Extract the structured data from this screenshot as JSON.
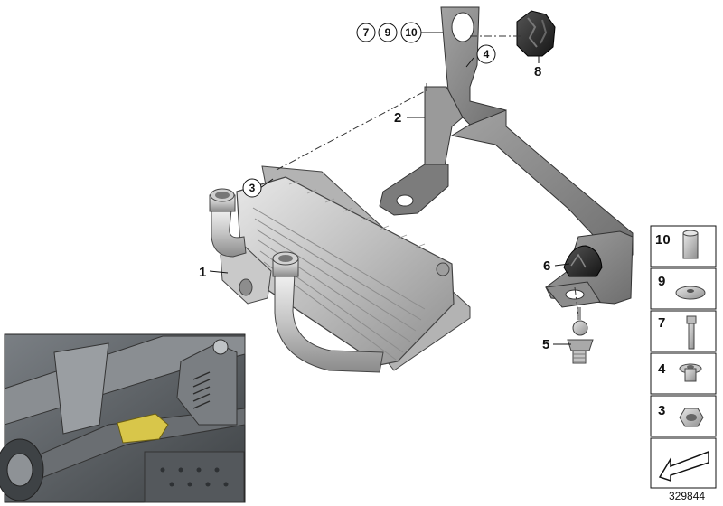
{
  "callouts": {
    "c1": "1",
    "c2": "2",
    "c3": "3",
    "c4": "4",
    "c5": "5",
    "c6": "6",
    "c7": "7",
    "c8": "8",
    "c9": "9",
    "c10": "10"
  },
  "legend": {
    "items": [
      {
        "label": "10",
        "icon": "sleeve-icon"
      },
      {
        "label": "9",
        "icon": "washer-icon"
      },
      {
        "label": "7",
        "icon": "bolt-icon"
      },
      {
        "label": "4",
        "icon": "flange-screw-icon"
      },
      {
        "label": "3",
        "icon": "hex-nut-icon"
      }
    ],
    "footer_icon": "return-arrow-icon"
  },
  "reference_number": "329844",
  "colors": {
    "part_metal": "#b8b8b8",
    "bracket": "#8a8a8a",
    "rubber": "#2a2a2a",
    "inset_bg": "#5a5e62",
    "highlight": "#d8c64a"
  }
}
